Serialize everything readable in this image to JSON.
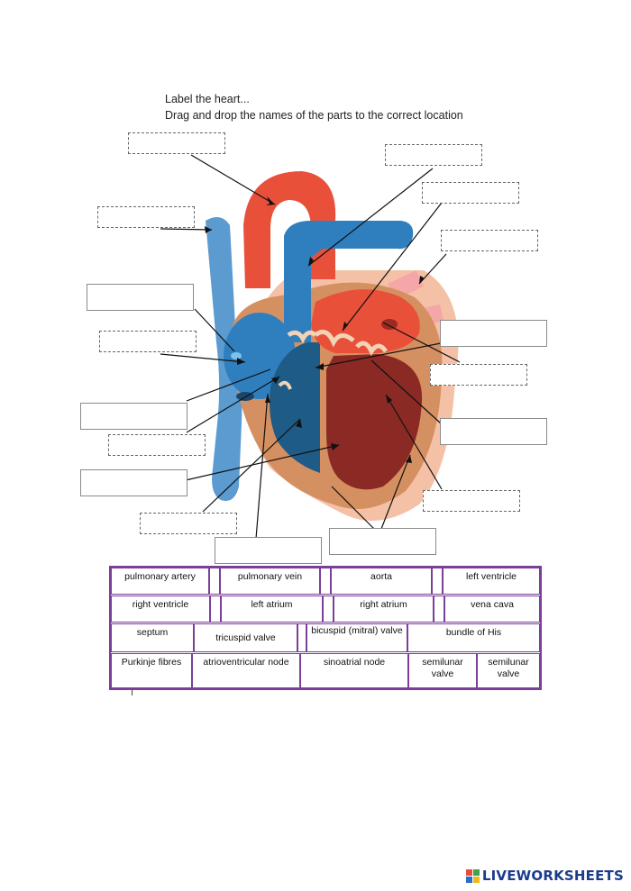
{
  "instructions": {
    "title": "Label the heart...",
    "subtitle": "Drag and drop the names of the parts to the correct location"
  },
  "word_bank": {
    "row1": [
      "pulmonary artery",
      "pulmonary vein",
      "aorta",
      "left ventricle"
    ],
    "row2": [
      "right ventricle",
      "left atrium",
      "right atrium",
      "vena cava"
    ],
    "row3": [
      "septum",
      "tricuspid valve",
      "bicuspid (mitral) valve",
      "bundle of His"
    ],
    "row4": [
      "Purkinje fibres",
      "atrioventricular node",
      "sinoatrial node",
      "semilunar valve",
      "semilunar valve"
    ]
  },
  "branding": {
    "logo_text": "LIVEWORKSHEETS"
  },
  "colors": {
    "accent": "#7b3f98",
    "oxygenated": "#e8503a",
    "deoxygenated": "#2f7fbf",
    "muscle": "#d59062",
    "logo": "#1b3b8c"
  }
}
